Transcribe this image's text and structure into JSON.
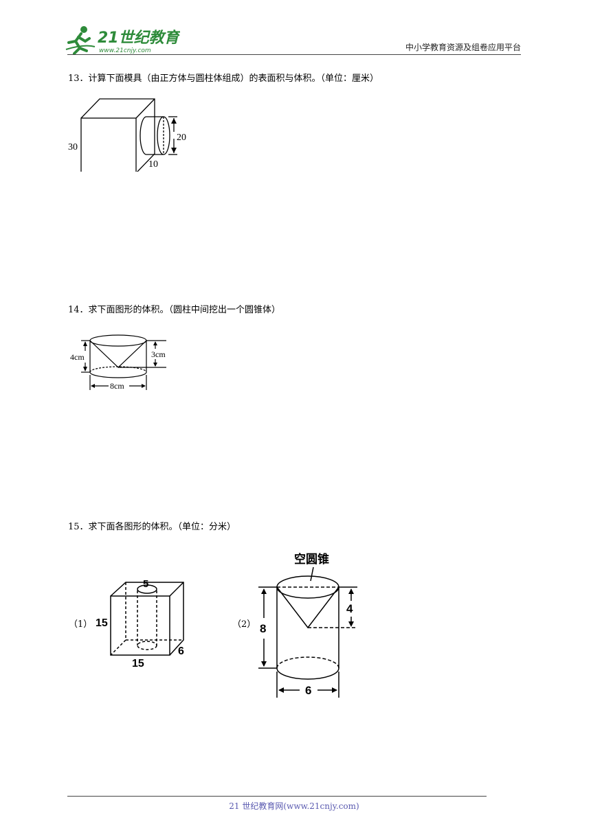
{
  "header": {
    "logo_main": "21世纪教育",
    "logo_url": "www.21cnjy.com",
    "site_name": "中小学教育资源及组卷应用平台"
  },
  "questions": [
    {
      "number": "13．",
      "text": "计算下面模具（由正方体与圆柱体组成）的表面积与体积。（单位：厘米）",
      "figure": {
        "labels": {
          "cube_side": "30",
          "cylinder_diameter": "20",
          "cylinder_length": "10"
        }
      }
    },
    {
      "number": "14．",
      "text": "求下面图形的体积。（圆柱中间挖出一个圆锥体）",
      "figure": {
        "labels": {
          "cylinder_height": "4cm",
          "cone_height": "3cm",
          "diameter": "8cm"
        }
      }
    },
    {
      "number": "15．",
      "text": "求下面各图形的体积。（单位：分米）",
      "parts": [
        {
          "label": "（1）",
          "figure": {
            "labels": {
              "hole_diameter": "5",
              "height": "15",
              "length": "15",
              "width": "6"
            }
          }
        },
        {
          "label": "（2）",
          "figure": {
            "labels": {
              "title": "空圆锥",
              "height": "8",
              "cone_height": "4",
              "diameter": "6"
            }
          }
        }
      ]
    }
  ],
  "footer": {
    "text": "21 世纪教育网(www.21cnjy.com)"
  },
  "colors": {
    "logo_green": "#2e8b3a",
    "footer_blue": "#5a5ab0"
  }
}
